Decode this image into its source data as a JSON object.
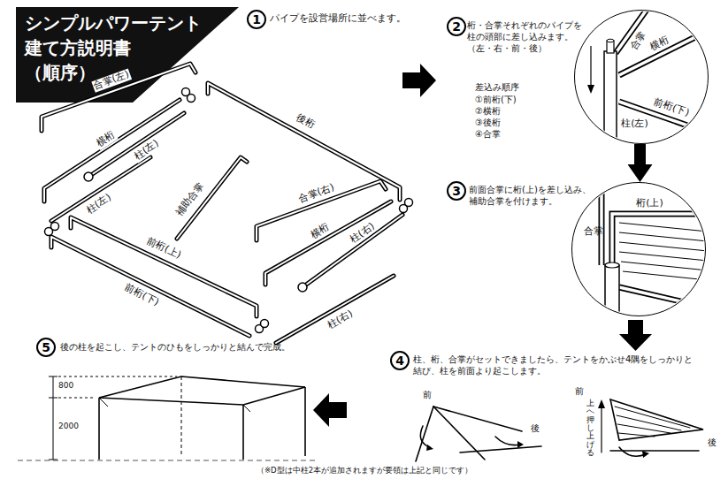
{
  "diagram": {
    "title": "シンプルパワーテント 建て方説明書 （順序）",
    "nodes": [
      {
        "text": [
          "1"
        ]
      },
      {
        "text": [
          "2"
        ]
      },
      {
        "text": [
          "合掌",
          "横桁",
          "柱(左)",
          "前桁(下)"
        ]
      },
      {
        "text": [
          "3"
        ]
      },
      {
        "text": [
          "桁(上)",
          "合掌"
        ]
      },
      {
        "text": [
          "4"
        ]
      },
      {
        "text": [
          "5"
        ]
      }
    ],
    "edges": [
      {
        "from": 2,
        "to": 4,
        "arrow": "to"
      }
    ],
    "labels": [
      "パイプを設営場所に並べます。",
      "桁・合掌それぞれのパイプを 柱の頭部に差し込みます。 （左・右・前・後）",
      "前面合掌に桁(上)を差し込み、 補助合掌を付けます。",
      "柱、桁、合掌がセットできましたら、テントをかぶせ4隅をしっかりと 結び、柱を前面より起こします。",
      "後の柱を起こし、テントのひもをしっかりと結んで完成。",
      "合掌(左)",
      "横桁",
      "柱(左)",
      "柱(左)",
      "補助合掌",
      "後桁",
      "合掌(右)",
      "横桁",
      "柱(右)",
      "前桁(上)",
      "前桁(下)",
      "柱(右)",
      "差込み順序",
      "①前桁(下)",
      "②横桁",
      "③後桁",
      "④合掌",
      "前",
      "後",
      "前",
      "後",
      "上へ押し上げる",
      "800",
      "2000",
      "（※D型は中柱2本が追加されますが要領は上記と同じです）"
    ]
  }
}
